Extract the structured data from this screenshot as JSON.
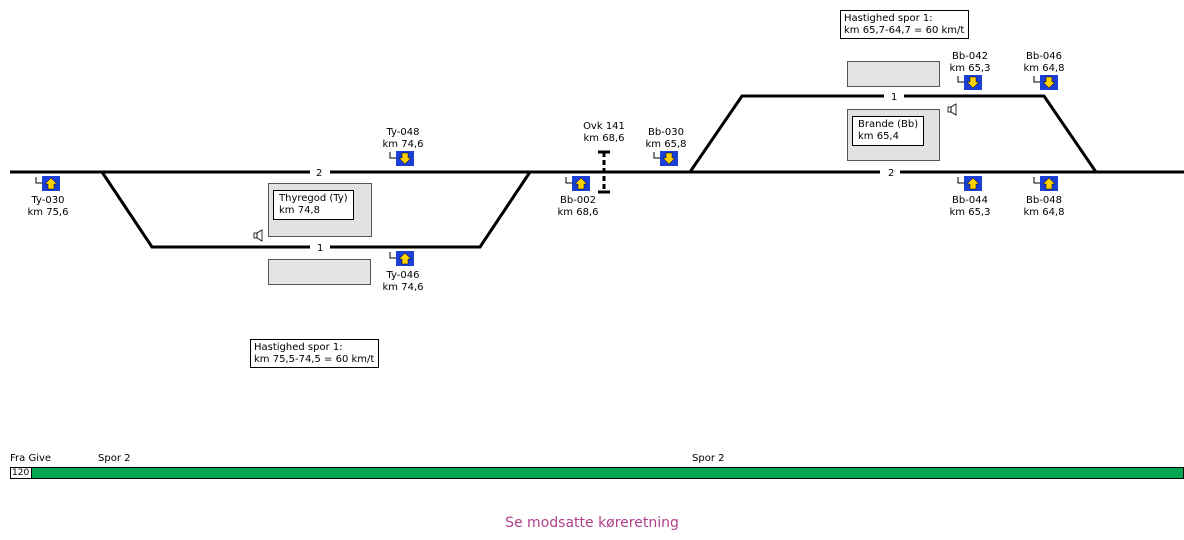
{
  "tracks": [
    {
      "id": "main-2-left",
      "label": "2"
    },
    {
      "id": "siding-1-thyregod",
      "label": "1"
    },
    {
      "id": "siding-1-brande",
      "label": "1"
    },
    {
      "id": "main-2-right",
      "label": "2"
    }
  ],
  "signals": [
    {
      "id": "Ty-030",
      "name": "Ty-030",
      "km": "km 75,6",
      "direction": "up"
    },
    {
      "id": "Ty-048",
      "name": "Ty-048",
      "km": "km 74,6",
      "direction": "down"
    },
    {
      "id": "Ty-046",
      "name": "Ty-046",
      "km": "km 74,6",
      "direction": "up"
    },
    {
      "id": "Bb-002",
      "name": "Bb-002",
      "km": "km 68,6",
      "direction": "up"
    },
    {
      "id": "Bb-030",
      "name": "Bb-030",
      "km": "km 65,8",
      "direction": "down"
    },
    {
      "id": "Bb-042",
      "name": "Bb-042",
      "km": "km 65,3",
      "direction": "down"
    },
    {
      "id": "Bb-046",
      "name": "Bb-046",
      "km": "km 64,8",
      "direction": "down"
    },
    {
      "id": "Bb-044",
      "name": "Bb-044",
      "km": "km 65,3",
      "direction": "up"
    },
    {
      "id": "Bb-048",
      "name": "Bb-048",
      "km": "km 64,8",
      "direction": "up"
    }
  ],
  "crossing": {
    "name": "Ovk 141",
    "km": "km 68,6"
  },
  "stations": [
    {
      "id": "thyregod",
      "name": "Thyregod (Ty)",
      "km": "km 74,8"
    },
    {
      "id": "brande",
      "name": "Brande (Bb)",
      "km": "km 65,4"
    }
  ],
  "speed_notes": [
    {
      "id": "thyregod",
      "line1": "Hastighed spor 1:",
      "line2": "km 75,5-74,5 = 60 km/t"
    },
    {
      "id": "brande",
      "line1": "Hastighed spor 1:",
      "line2": "km 65,7-64,7 = 60 km/t"
    }
  ],
  "speed_profile": {
    "from_label": "Fra Give",
    "speed": "120",
    "track_labels": [
      "Spor 2",
      "Spor 2"
    ],
    "color": "#00a650"
  },
  "footer": {
    "text": "Se modsatte køreretning",
    "color": "#b0408c"
  },
  "colors": {
    "signal_bg": "#1c3fd6",
    "signal_arrow": "#ffd200",
    "track": "#000000"
  }
}
